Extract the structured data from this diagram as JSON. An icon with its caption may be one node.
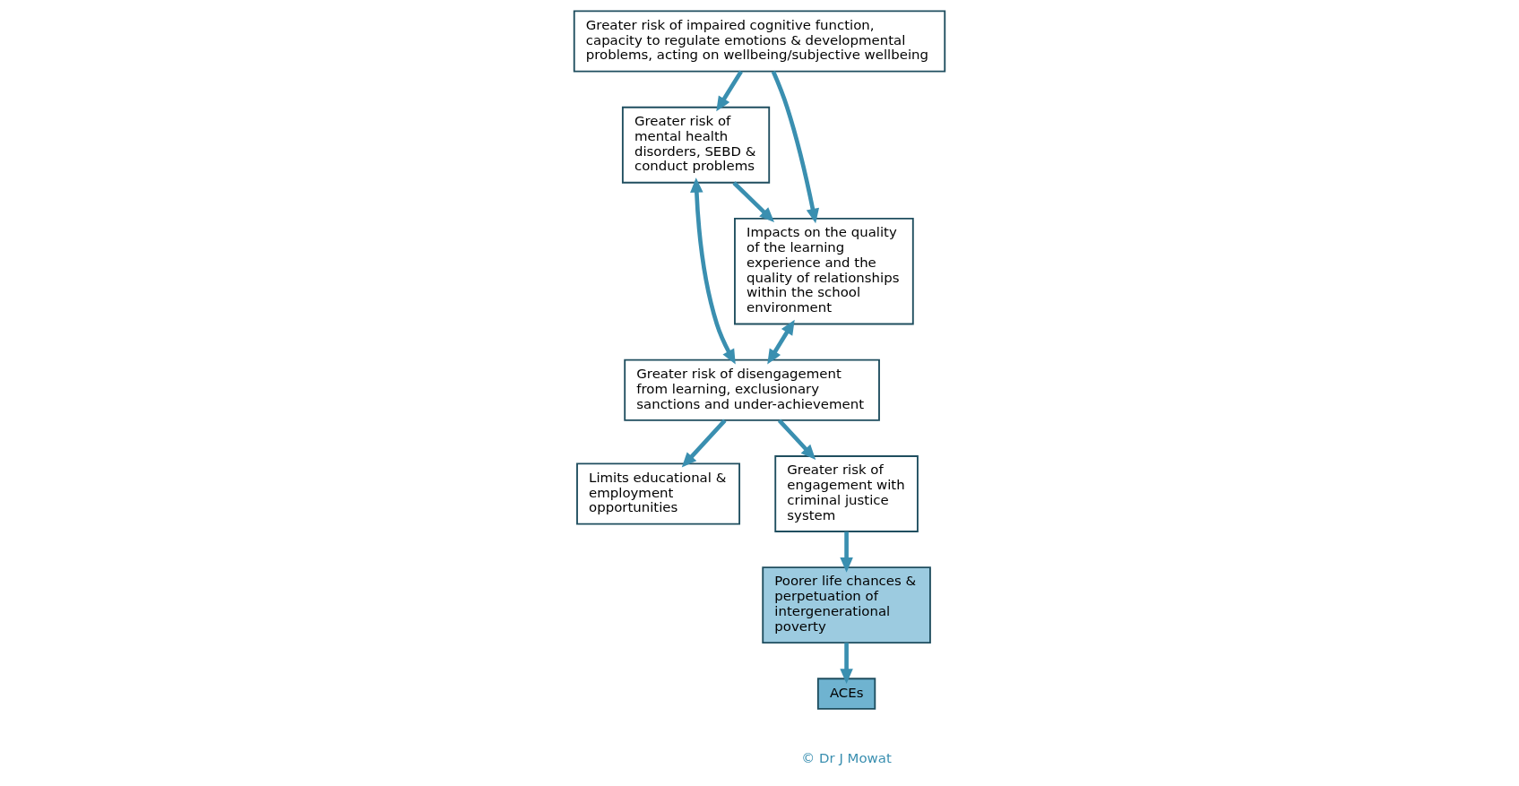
{
  "diagram": {
    "nodes": [
      {
        "text": [
          "Greater risk of disengagement from learning, exclusionary sanctions and under-achievement"
        ]
      },
      {
        "text": [
          "Limits educational & employment opportunities"
        ]
      },
      {
        "text": [
          "Greater risk of engagement with criminal justice system"
        ]
      },
      {
        "text": [
          "Greater risk of mental health disorders, SEBD & conduct problems"
        ]
      },
      {
        "text": [
          "Impacts on the quality of the learning experience and the quality of relationships within the school environment"
        ]
      },
      {
        "text": [
          "Poorer life chances & perpetuation of intergenerational poverty"
        ]
      },
      {
        "text": [
          "ACEs"
        ]
      },
      {
        "text": [
          "Greater risk of impaired cognitive function, capacity to regulate emotions & developmental problems, acting on wellbeing/subjective wellbeing"
        ]
      }
    ],
    "edges": [
      {
        "from": 0,
        "to": 1,
        "arrow": "to"
      },
      {
        "from": 0,
        "to": 2,
        "arrow": "to"
      },
      {
        "from": 3,
        "to": 0,
        "arrow": "both"
      },
      {
        "from": 4,
        "to": 0,
        "arrow": "both"
      },
      {
        "from": 3,
        "to": 4,
        "arrow": "to"
      },
      {
        "from": 2,
        "to": 5,
        "arrow": "to"
      },
      {
        "from": 5,
        "to": 6,
        "arrow": "to"
      },
      {
        "from": 7,
        "to": 3,
        "arrow": "to"
      },
      {
        "from": 7,
        "to": 4,
        "arrow": "to"
      }
    ],
    "labels": [
      "© Dr J Mowat"
    ]
  }
}
